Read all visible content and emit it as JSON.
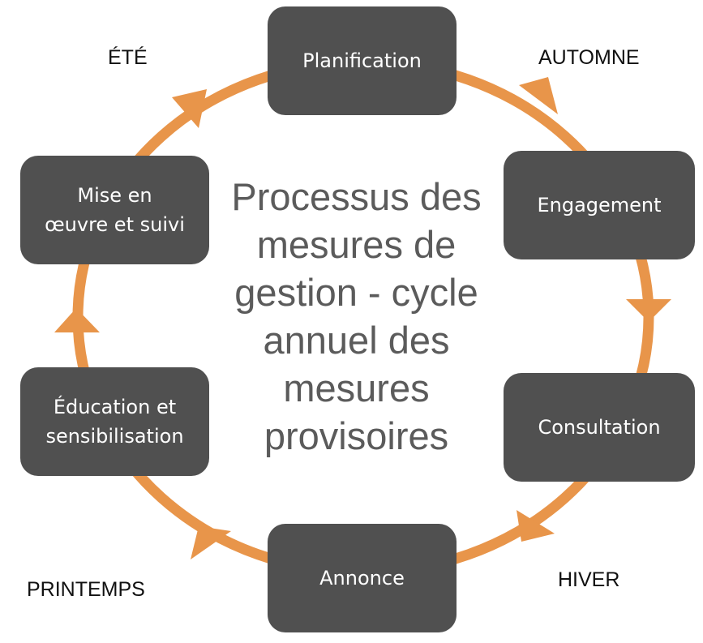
{
  "title_lines": [
    "Processus des",
    "mesures de",
    "gestion - cycle",
    "annuel des",
    "mesures",
    "provisoires"
  ],
  "steps": [
    {
      "label": "Planification"
    },
    {
      "label": "Engagement"
    },
    {
      "label": "Consultation"
    },
    {
      "label": "Annonce"
    },
    {
      "label_lines": [
        "Éducation et",
        "sensibilisation"
      ]
    },
    {
      "label_lines": [
        "Mise en",
        "œuvre et suivi"
      ]
    }
  ],
  "seasons": {
    "summer": "ÉTÉ",
    "autumn": "AUTOMNE",
    "winter": "HIVER",
    "spring": "PRINTEMPS"
  },
  "colors": {
    "ring": "#E8954A",
    "box": "#505050",
    "box_text": "#FFFFFF",
    "title": "#5B5B5B"
  }
}
